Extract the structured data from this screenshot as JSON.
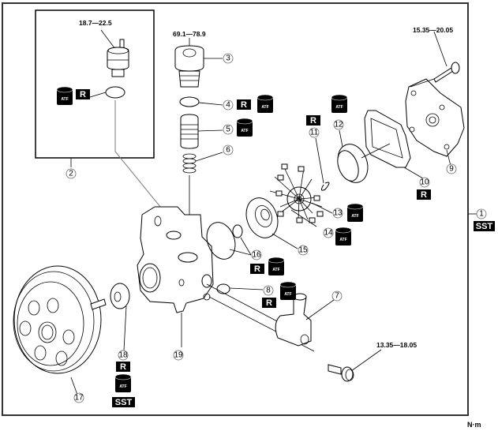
{
  "diagram": {
    "title": "Power steering oil pump exploded view",
    "unit_label": "N·m",
    "symbols": {
      "replace": "R",
      "atf": "ATF",
      "sst": "SST"
    },
    "torques": {
      "pressure_switch": "18.7—22.5",
      "connector_bolt": "69.1—78.9",
      "cover_bolt": "15.35—20.05",
      "pipe_bolt": "13.35—18.05"
    },
    "callouts": {
      "c1": "1",
      "c2": "2",
      "c3": "3",
      "c4": "4",
      "c5": "5",
      "c6": "6",
      "c7": "7",
      "c8": "8",
      "c9": "9",
      "c10": "10",
      "c11": "11",
      "c12": "12",
      "c13": "13",
      "c14": "14",
      "c15": "15",
      "c16": "16",
      "c17": "17",
      "c18": "18",
      "c19": "19"
    }
  }
}
